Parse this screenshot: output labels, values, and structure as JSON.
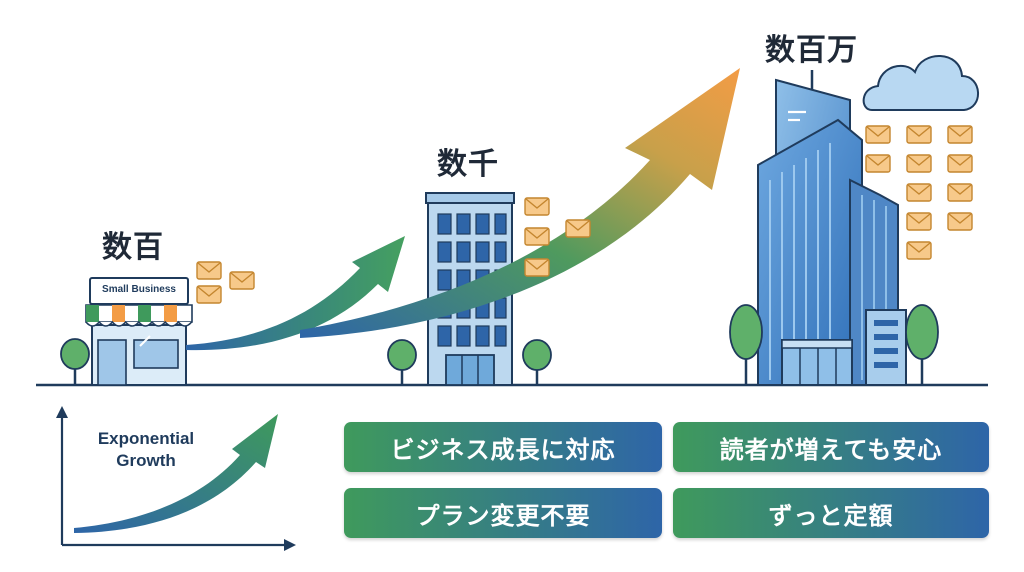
{
  "tiers": [
    {
      "label": "数百",
      "sign": "Small Business"
    },
    {
      "label": "数千"
    },
    {
      "label": "数百万"
    }
  ],
  "growth_label": [
    "Exponential",
    "Growth"
  ],
  "benefits": [
    "ビジネス成長に対応",
    "読者が増えても安心",
    "プラン変更不要",
    "ずっと定額"
  ],
  "colors": {
    "green": "#3f9a5c",
    "blue": "#2e65a8",
    "orange": "#f39c45",
    "navy": "#1f3b5c"
  }
}
